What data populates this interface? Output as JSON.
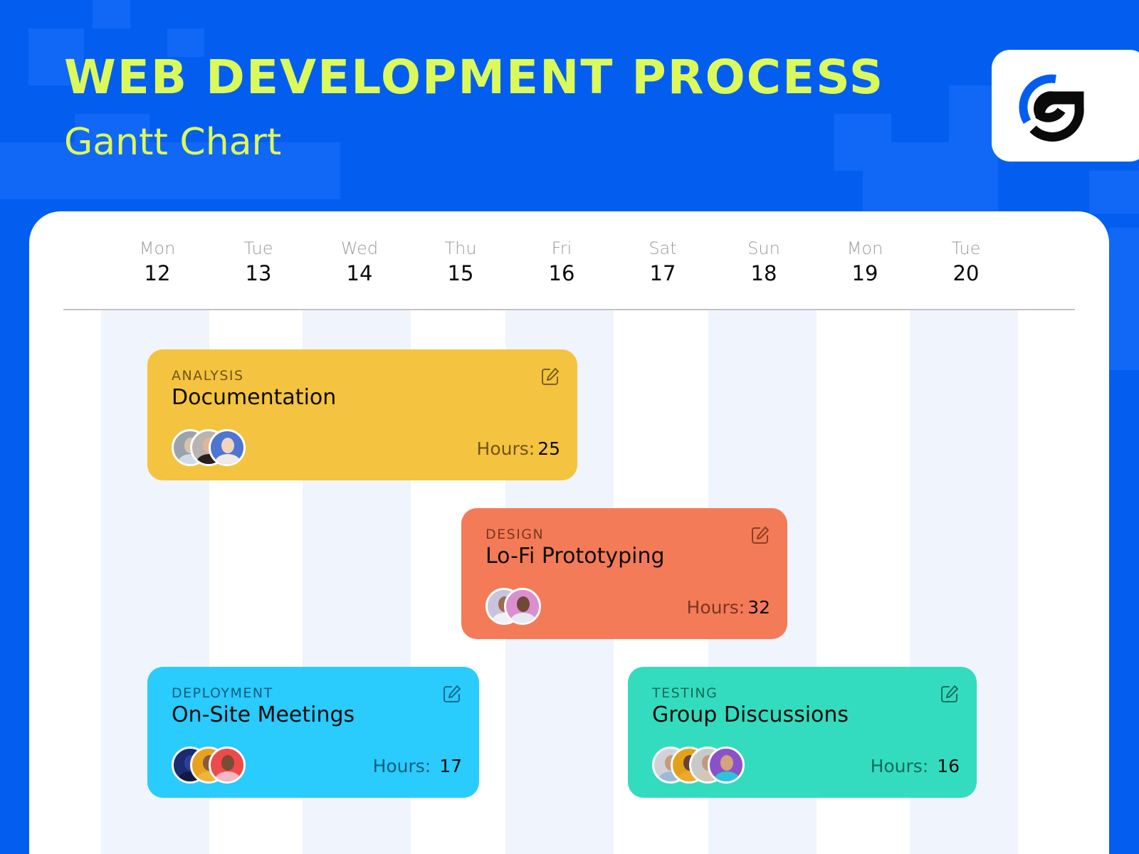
{
  "header": {
    "title": "WEB DEVELOPMENT PROCESS",
    "subtitle": "Gantt Chart",
    "logo": "g-logo-icon"
  },
  "colors": {
    "background": "#035ef0",
    "title": "#dcf95a",
    "stripe": "#eff4fd",
    "analysis": "#f4c33f",
    "design": "#f47b57",
    "deployment": "#2acbfd",
    "testing": "#34dcbf"
  },
  "timeline": {
    "days": [
      {
        "dow": "Mon",
        "date": "12"
      },
      {
        "dow": "Tue",
        "date": "13"
      },
      {
        "dow": "Wed",
        "date": "14"
      },
      {
        "dow": "Thu",
        "date": "15"
      },
      {
        "dow": "Fri",
        "date": "16"
      },
      {
        "dow": "Sat",
        "date": "17"
      },
      {
        "dow": "Sun",
        "date": "18"
      },
      {
        "dow": "Mon",
        "date": "19"
      },
      {
        "dow": "Tue",
        "date": "20"
      }
    ]
  },
  "tasks": [
    {
      "category": "ANALYSIS",
      "name": "Documentation",
      "hours_label": "Hours:",
      "hours": "25",
      "avatars": 3,
      "edit_icon": "edit-icon"
    },
    {
      "category": "DESIGN",
      "name": "Lo-Fi Prototyping",
      "hours_label": "Hours:",
      "hours": "32",
      "avatars": 2,
      "edit_icon": "edit-icon"
    },
    {
      "category": "DEPLOYMENT",
      "name": "On-Site Meetings",
      "hours_label": "Hours:",
      "hours": "17",
      "avatars": 3,
      "edit_icon": "edit-icon"
    },
    {
      "category": "TESTING",
      "name": "Group Discussions",
      "hours_label": "Hours:",
      "hours": "16",
      "avatars": 4,
      "edit_icon": "edit-icon"
    }
  ],
  "chart_data": {
    "type": "gantt",
    "title": "WEB DEVELOPMENT PROCESS",
    "subtitle": "Gantt Chart",
    "categories": [
      "Mon 12",
      "Tue 13",
      "Wed 14",
      "Thu 15",
      "Fri 16",
      "Sat 17",
      "Sun 18",
      "Mon 19",
      "Tue 20"
    ],
    "tasks": [
      {
        "phase": "ANALYSIS",
        "task": "Documentation",
        "start": "Mon 12",
        "end": "Thu 15",
        "hours": 25,
        "assignees": 3,
        "color": "#f4c33f"
      },
      {
        "phase": "DESIGN",
        "task": "Lo-Fi Prototyping",
        "start": "Wed 14",
        "end": "Sat 17",
        "hours": 32,
        "assignees": 2,
        "color": "#f47b57"
      },
      {
        "phase": "DEPLOYMENT",
        "task": "On-Site Meetings",
        "start": "Mon 12",
        "end": "Wed 14",
        "hours": 17,
        "assignees": 3,
        "color": "#2acbfd"
      },
      {
        "phase": "TESTING",
        "task": "Group Discussions",
        "start": "Fri 16",
        "end": "Mon 19",
        "hours": 16,
        "assignees": 4,
        "color": "#34dcbf"
      }
    ]
  }
}
